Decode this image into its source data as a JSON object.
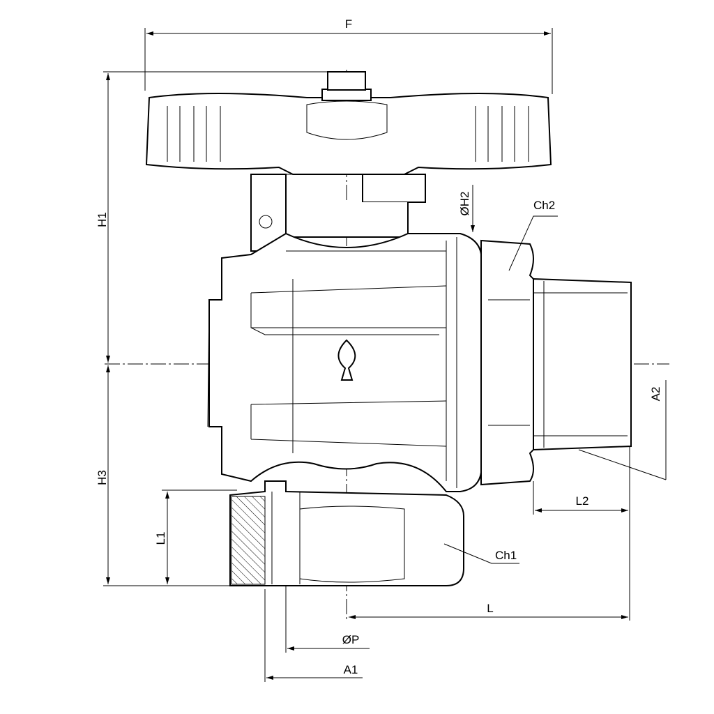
{
  "drawing": {
    "dimensions": {
      "F": "F",
      "H1": "H1",
      "H2": "ØH2",
      "H3": "H3",
      "L1": "L1",
      "L": "L",
      "L2": "L2",
      "A1": "A1",
      "A2": "A2",
      "P": "ØP"
    },
    "callouts": {
      "ch1": "Ch1",
      "ch2": "Ch2"
    }
  }
}
